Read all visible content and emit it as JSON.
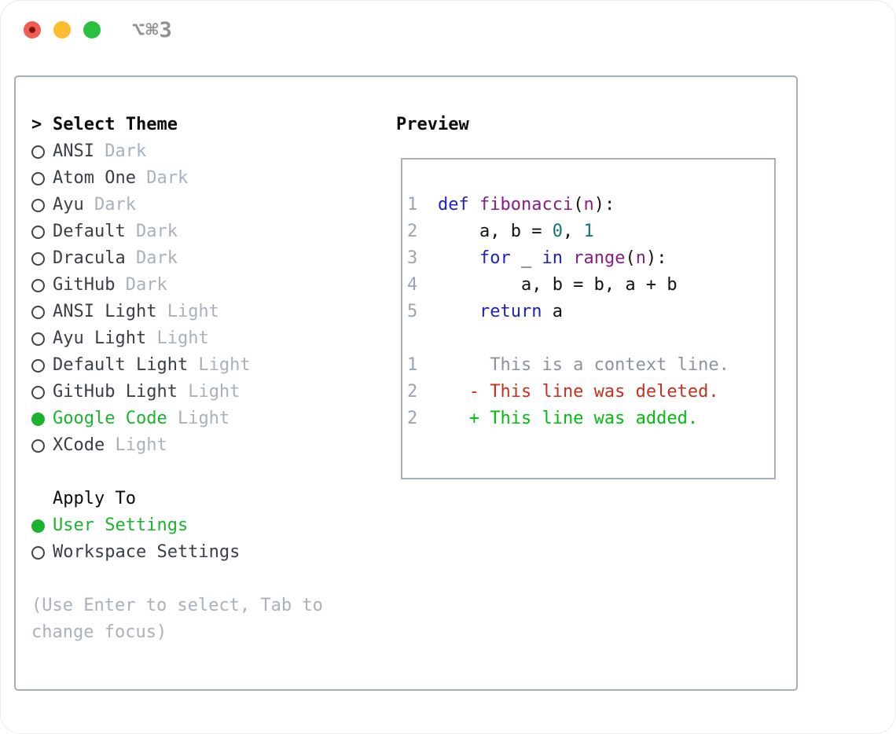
{
  "window": {
    "title": "⌥⌘3"
  },
  "theme_menu": {
    "pointer": ">",
    "heading": "Select Theme",
    "items": [
      {
        "name": "ANSI",
        "variant": "Dark",
        "selected": false
      },
      {
        "name": "Atom One",
        "variant": "Dark",
        "selected": false
      },
      {
        "name": "Ayu",
        "variant": "Dark",
        "selected": false
      },
      {
        "name": "Default",
        "variant": "Dark",
        "selected": false
      },
      {
        "name": "Dracula",
        "variant": "Dark",
        "selected": false
      },
      {
        "name": "GitHub",
        "variant": "Dark",
        "selected": false
      },
      {
        "name": "ANSI Light",
        "variant": "Light",
        "selected": false
      },
      {
        "name": "Ayu Light",
        "variant": "Light",
        "selected": false
      },
      {
        "name": "Default Light",
        "variant": "Light",
        "selected": false
      },
      {
        "name": "GitHub Light",
        "variant": "Light",
        "selected": false
      },
      {
        "name": "Google Code",
        "variant": "Light",
        "selected": true
      },
      {
        "name": "XCode",
        "variant": "Light",
        "selected": false
      }
    ]
  },
  "apply_to": {
    "heading": "Apply To",
    "options": [
      {
        "label": "User Settings",
        "selected": true
      },
      {
        "label": "Workspace Settings",
        "selected": false
      }
    ]
  },
  "hint": "(Use Enter to select, Tab to change focus)",
  "preview": {
    "heading": "Preview",
    "code_lines": [
      {
        "num": "1",
        "tokens": [
          [
            "def",
            "kw"
          ],
          [
            " ",
            "pl"
          ],
          [
            "fibonacci",
            "fn"
          ],
          [
            "(",
            "pl"
          ],
          [
            "n",
            "fn"
          ],
          [
            "):",
            "pl"
          ]
        ]
      },
      {
        "num": "2",
        "tokens": [
          [
            "    a, b = ",
            "pl"
          ],
          [
            "0",
            "lit"
          ],
          [
            ", ",
            "pl"
          ],
          [
            "1",
            "lit"
          ]
        ]
      },
      {
        "num": "3",
        "tokens": [
          [
            "    ",
            "pl"
          ],
          [
            "for",
            "kw"
          ],
          [
            " _ ",
            "pl"
          ],
          [
            "in",
            "kw"
          ],
          [
            " ",
            "pl"
          ],
          [
            "range",
            "fn"
          ],
          [
            "(",
            "pl"
          ],
          [
            "n",
            "fn"
          ],
          [
            "):",
            "pl"
          ]
        ]
      },
      {
        "num": "4",
        "tokens": [
          [
            "        a, b = b, a + b",
            "pl"
          ]
        ]
      },
      {
        "num": "5",
        "tokens": [
          [
            "    ",
            "pl"
          ],
          [
            "return",
            "kw"
          ],
          [
            " a",
            "pl"
          ]
        ]
      }
    ],
    "diff_lines": [
      {
        "num": "1",
        "kind": "context",
        "text": "     This is a context line."
      },
      {
        "num": "2",
        "kind": "deleted",
        "text": "   - This line was deleted."
      },
      {
        "num": "2",
        "kind": "added",
        "text": "   + This line was added."
      }
    ]
  },
  "colors": {
    "accent_green": "#1ab42e",
    "keyword_blue": "#1f1fc8",
    "function_purple": "#871e87",
    "literal_teal": "#0f7575",
    "code_plain": "#111111",
    "diff_deleted_red": "#c6311f",
    "diff_added_green": "#00bd0f",
    "context_gray": "#8d939b",
    "line_number_gray": "#9aa5b2",
    "muted_gray": "#a9b1bc",
    "hint_gray": "#aab1bb",
    "text_dark": "#3a3f46",
    "text_black": "#0b0c0e",
    "radio_ring": "#3f444b",
    "border_gray": "#a7aeb8",
    "traffic_red": "#f15b51",
    "traffic_red_dot": "#7c150e",
    "traffic_yellow": "#fdbc2e",
    "traffic_green": "#2ac03f",
    "titlebar_gray": "#8e9094"
  }
}
